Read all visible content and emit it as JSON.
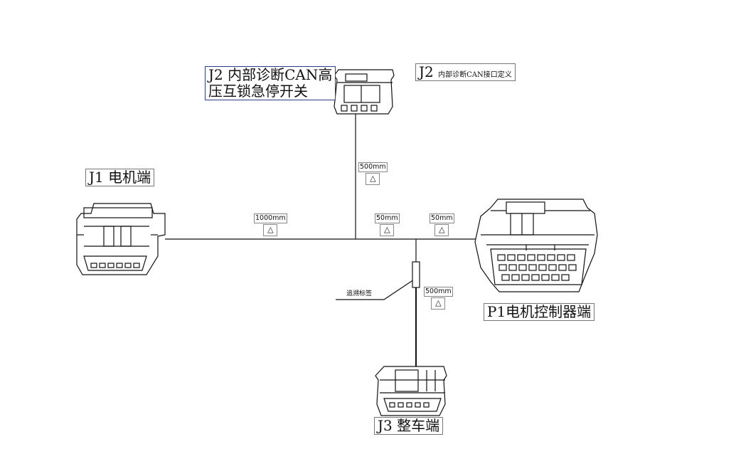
{
  "connectors": {
    "j1": {
      "label": "J1 电机端"
    },
    "j2": {
      "label_line1": "J2 内部诊断CAN高",
      "label_line2": "压互锁急停开关",
      "def_prefix": "J2",
      "def_text": "内部诊断CAN接口定义"
    },
    "j3": {
      "label": "J3  整车端"
    },
    "p1": {
      "label": "P1电机控制器端"
    }
  },
  "segments": {
    "j1_main": {
      "length": "1000mm",
      "symbol": "△"
    },
    "j2_branch": {
      "length": "500mm",
      "symbol": "△"
    },
    "mid": {
      "length": "50mm",
      "symbol": "△"
    },
    "p1_main": {
      "length": "50mm",
      "symbol": "△"
    },
    "j3_branch": {
      "length": "500mm",
      "symbol": "△"
    }
  },
  "trace_tag": {
    "label": "追溯标签"
  },
  "colors": {
    "line": "#111111",
    "label_border_blue": "#2b3f8c"
  }
}
